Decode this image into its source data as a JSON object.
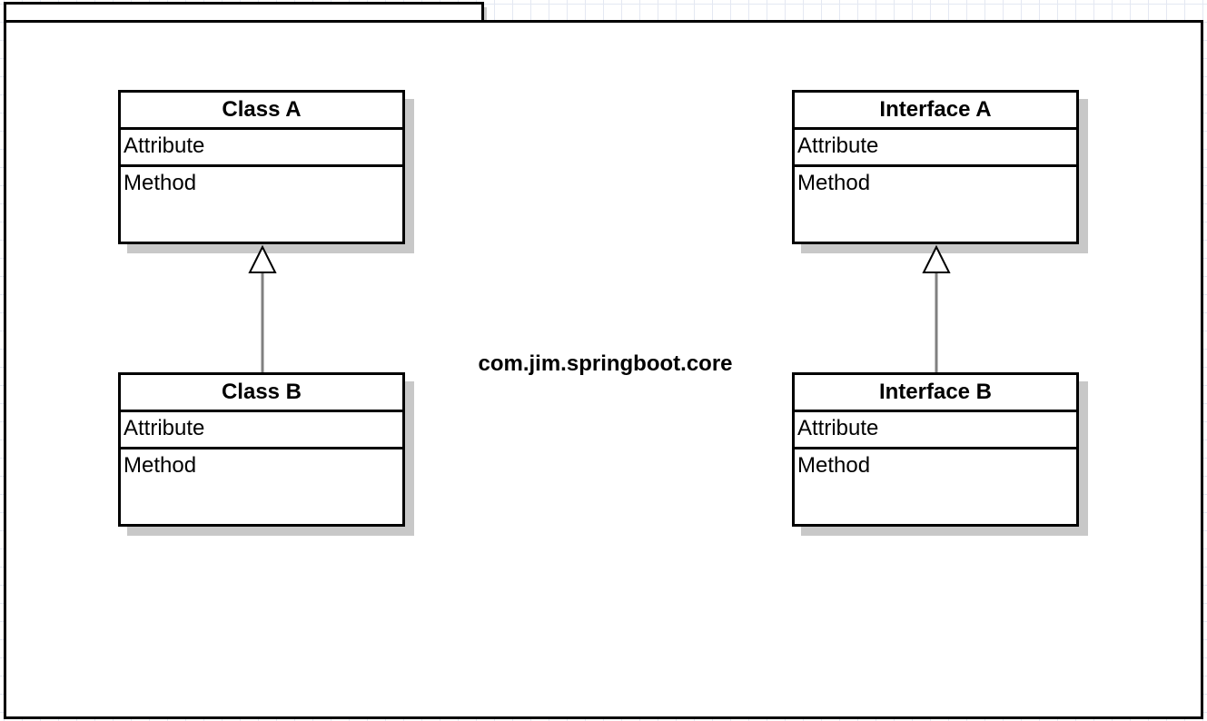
{
  "package": {
    "name": "com.jim.springboot.core"
  },
  "classes": [
    {
      "id": "class-a",
      "name": "Class A",
      "attribute": "Attribute",
      "method": "Method"
    },
    {
      "id": "class-b",
      "name": "Class B",
      "attribute": "Attribute",
      "method": "Method"
    },
    {
      "id": "interface-a",
      "name": "Interface A",
      "attribute": "Attribute",
      "method": "Method"
    },
    {
      "id": "interface-b",
      "name": "Interface B",
      "attribute": "Attribute",
      "method": "Method"
    }
  ],
  "relations": [
    {
      "type": "generalization",
      "from": "Class B",
      "to": "Class A"
    },
    {
      "type": "generalization",
      "from": "Interface B",
      "to": "Interface A"
    }
  ],
  "colors": {
    "border": "#000000",
    "shadow": "#c8c8c8",
    "grid": "#e4e8f2",
    "background": "#ffffff"
  }
}
